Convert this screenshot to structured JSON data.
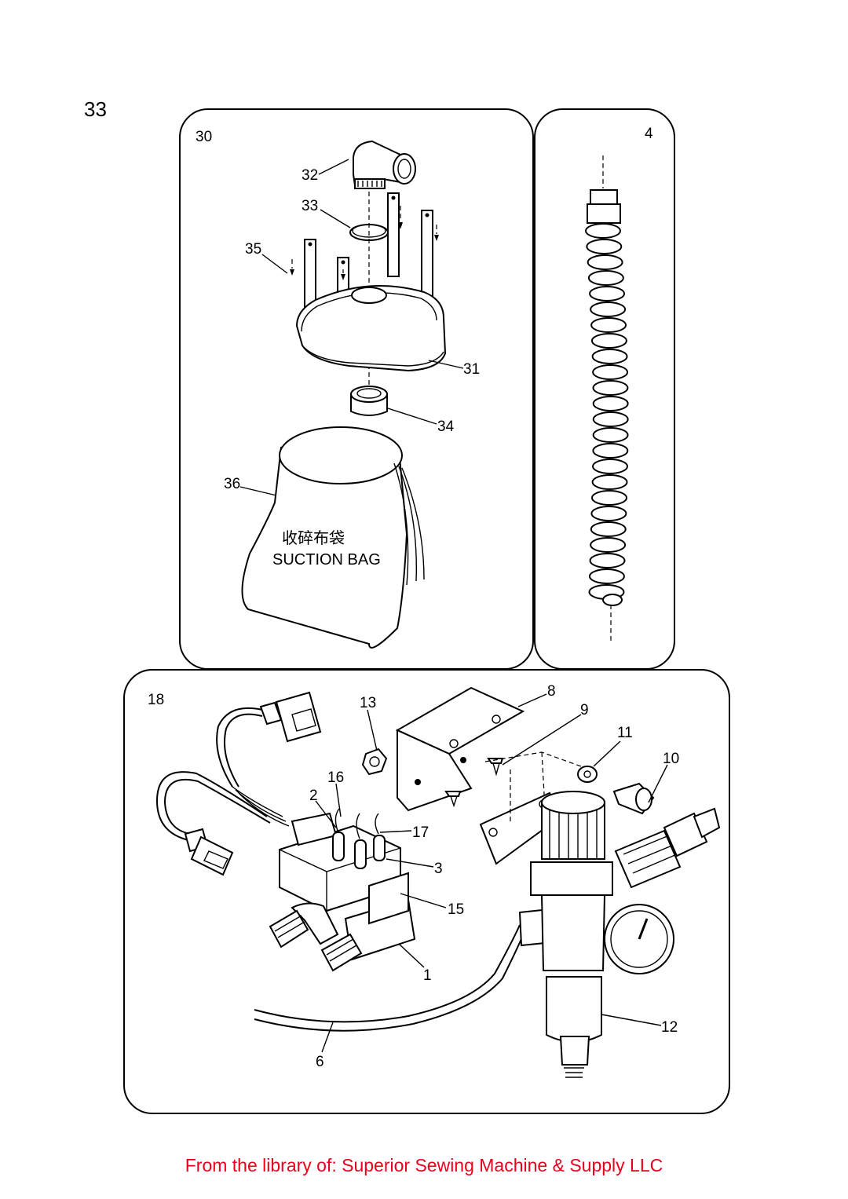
{
  "page": {
    "number": "33",
    "footer": "From the library of: Superior Sewing Machine & Supply LLC"
  },
  "colors": {
    "footer_text": "#e8001c",
    "line": "#000000",
    "background": "#ffffff"
  },
  "panels": {
    "dust_cover": {
      "group_label": "30"
    },
    "hose": {
      "group_label": "4"
    },
    "air_unit": {
      "group_label": "18"
    }
  },
  "bag_text": {
    "cn": "收碎布袋",
    "en": "SUCTION BAG"
  },
  "callouts": {
    "c32": "32",
    "c33": "33",
    "c35": "35",
    "c31": "31",
    "c34": "34",
    "c36": "36",
    "c8": "8",
    "c9": "9",
    "c11": "11",
    "c10": "10",
    "c13": "13",
    "c16": "16",
    "c2": "2",
    "c17": "17",
    "c3": "3",
    "c15": "15",
    "c1": "1",
    "c12": "12",
    "c6": "6"
  }
}
